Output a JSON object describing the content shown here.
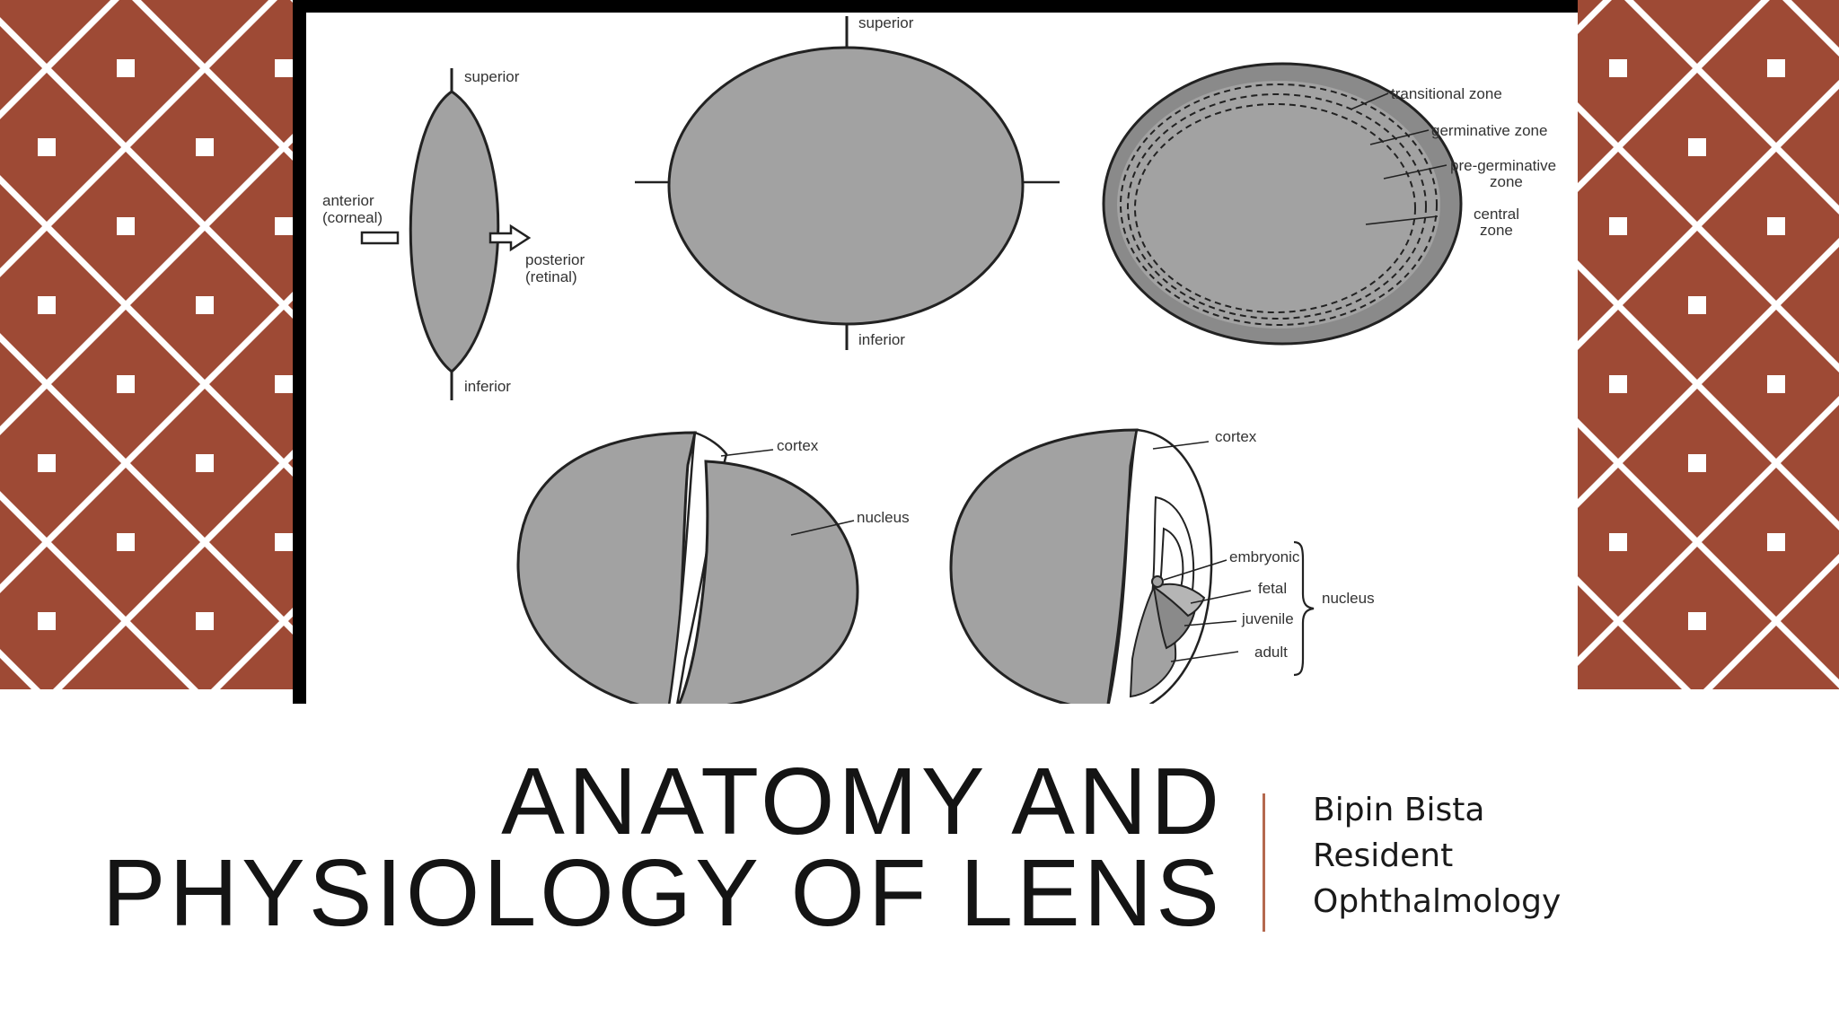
{
  "slide": {
    "title_line_1": "ANATOMY AND",
    "title_line_2": "PHYSIOLOGY OF LENS",
    "author_name": "Bipin Bista",
    "author_role": "Resident",
    "author_department": "Ophthalmology"
  },
  "figure": {
    "side_view": {
      "superior": "superior",
      "anterior_1": "anterior",
      "anterior_2": "(corneal)",
      "posterior_1": "posterior",
      "posterior_2": "(retinal)",
      "inferior": "inferior"
    },
    "front_view": {
      "superior": "superior",
      "inferior": "inferior"
    },
    "zones_view": {
      "transitional": "transitional zone",
      "germinative": "germinative zone",
      "pre_germinative_1": "pre-germinative",
      "pre_germinative_2": "zone",
      "central_1": "central",
      "central_2": "zone"
    },
    "section_view": {
      "cortex": "cortex",
      "nucleus": "nucleus"
    },
    "layers_view": {
      "cortex": "cortex",
      "embryonic": "embryonic",
      "fetal": "fetal",
      "juvenile": "juvenile",
      "adult": "adult",
      "nucleus": "nucleus"
    }
  },
  "colors": {
    "accent_brick": "#9e4a35",
    "divider": "#b5694f",
    "lens_gray": "#a2a2a2",
    "zone_dark": "#8a8a8a"
  }
}
